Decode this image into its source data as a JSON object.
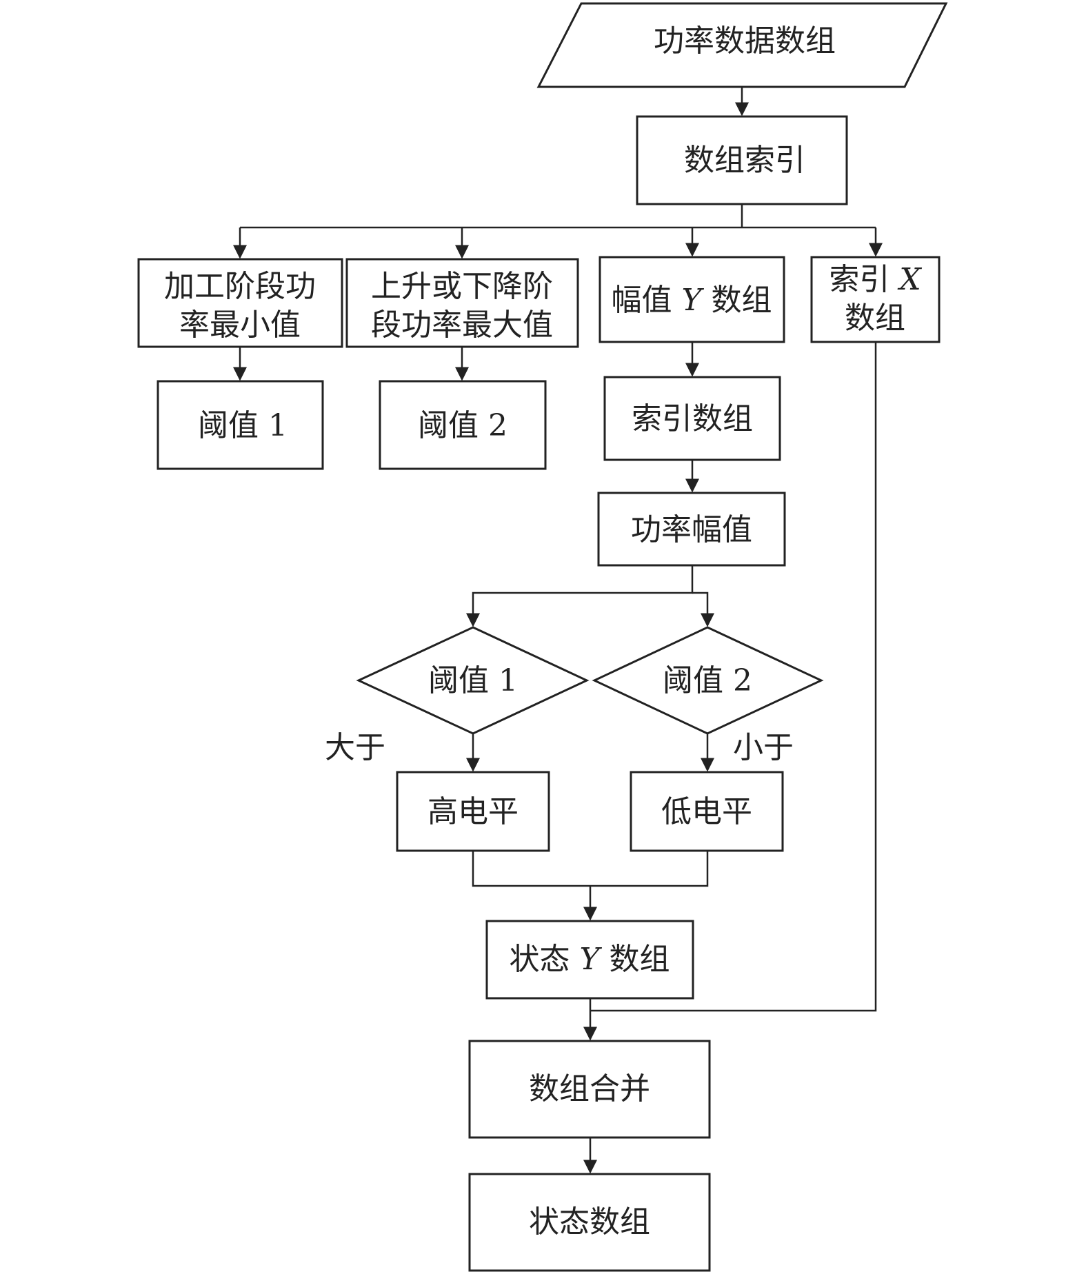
{
  "nodes": {
    "input": "功率数据数组",
    "array_index": "数组索引",
    "min_power_line1": "加工阶段功",
    "min_power_line2": "率最小值",
    "max_power_line1": "上升或下降阶",
    "max_power_line2": "段功率最大值",
    "amp_y_prefix": "幅值",
    "amp_y_var": "Y",
    "amp_y_suffix": "数组",
    "index_x_prefix": "索引",
    "index_x_var": "X",
    "index_x_line2": "数组",
    "threshold1": "阈值 1",
    "threshold2": "阈值 2",
    "index_array": "索引数组",
    "power_amp": "功率幅值",
    "decision1": "阈值 1",
    "decision2": "阈值 2",
    "high_level": "高电平",
    "low_level": "低电平",
    "state_y_prefix": "状态",
    "state_y_var": "Y",
    "state_y_suffix": "数组",
    "merge": "数组合并",
    "state_array": "状态数组"
  },
  "edge_labels": {
    "greater": "大于",
    "less": "小于"
  }
}
